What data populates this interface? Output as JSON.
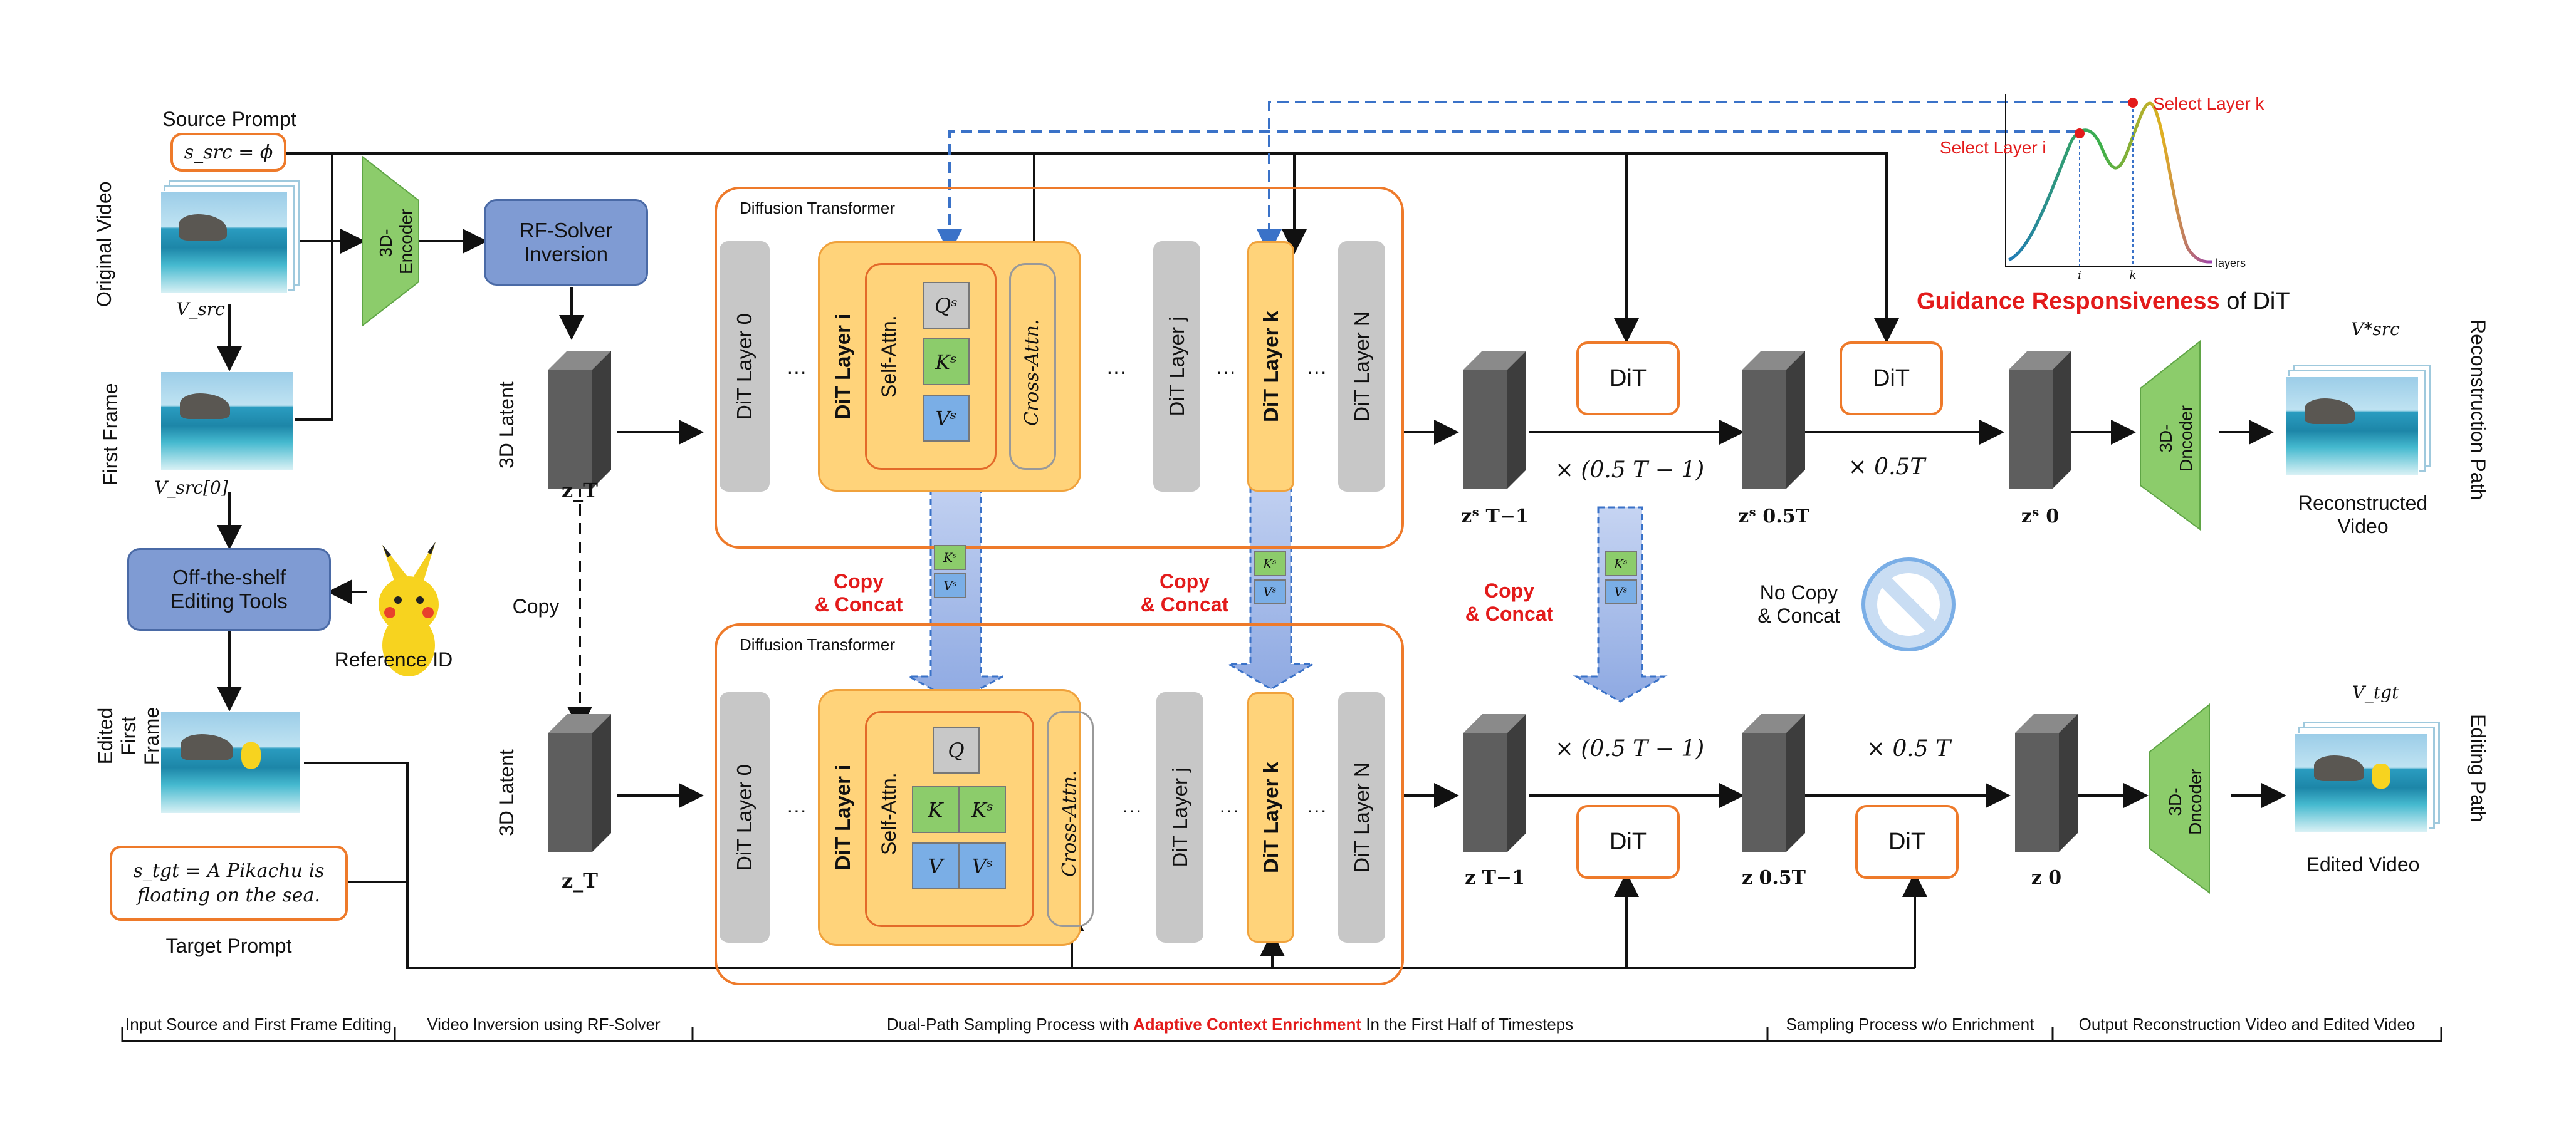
{
  "inputs": {
    "source_prompt_label": "Source Prompt",
    "source_prompt_text": "s_src = ϕ",
    "original_video_label": "Original Video",
    "v_src_label": "V_src",
    "first_frame_label": "First Frame",
    "v_src0_label": "V_src[0]",
    "editing_tools_label": "Off-the-shelf Editing Tools",
    "reference_id_label": "Reference ID",
    "edited_first_frame_label": "Edited First Frame",
    "target_prompt_text": "s_tgt = A Pikachu is floating on the sea.",
    "target_prompt_label": "Target Prompt"
  },
  "encoder": {
    "label": "3D-Encoder"
  },
  "inversion": {
    "rf_solver_label": "RF-Solver Inversion",
    "latent_label": "3D Latent",
    "z_top": "z_T",
    "copy_label": "Copy",
    "latent_label_2": "3D Latent",
    "z_bottom": "z_T"
  },
  "transformer": {
    "title": "Diffusion Transformer",
    "layer0": "DiT Layer 0",
    "layer_i": "DiT Layer i",
    "layer_j": "DiT Layer j",
    "layer_k": "DiT Layer k",
    "layer_n": "DiT Layer N",
    "dots": "···",
    "self_attn": "Self-Attn.",
    "cross_attn": "Cross-Attn.",
    "q_s": "Qˢ",
    "k_s": "Kˢ",
    "v_s": "Vˢ",
    "q": "Q",
    "k": "K",
    "v": "V"
  },
  "copy_concat": {
    "label_line1": "Copy",
    "label_line2": "& Concat"
  },
  "no_copy": {
    "line1": "No Copy",
    "line2": "& Concat"
  },
  "sampling": {
    "dit": "DiT",
    "times_first": "× (0.5 T − 1)",
    "times_second": "× 0.5T",
    "times_second_bottom": "× 0.5 T",
    "z_top_1": "zˢ T−1",
    "z_top_2": "zˢ 0.5T",
    "z_top_3": "zˢ 0",
    "z_bot_1": "z T−1",
    "z_bot_2": "z 0.5T",
    "z_bot_3": "z 0"
  },
  "outputs": {
    "decoder": "3D-Dncoder",
    "recon_symbol": "V*src",
    "recon_label_line1": "Reconstructed",
    "recon_label_line2": "Video",
    "recon_path": "Reconstruction Path",
    "edit_symbol": "V_tgt",
    "edit_label": "Edited Video",
    "edit_path": "Editing Path"
  },
  "guidance": {
    "select_i": "Select Layer i",
    "select_k": "Select Layer k",
    "axis_layers": "layers",
    "tick_i": "i",
    "tick_k": "k",
    "caption_bold": "Guidance Responsiveness",
    "caption_rest": "of DiT"
  },
  "sections": {
    "s1": "Input Source and First Frame Editing",
    "s2": "Video Inversion using RF-Solver",
    "s3_a": "Dual-Path Sampling Process with",
    "s3_b": "Adaptive Context Enrichment",
    "s3_c": "In the First Half of Timesteps",
    "s4": "Sampling Process w/o Enrichment",
    "s5": "Output Reconstruction Video and Edited Video"
  },
  "colors": {
    "accent_red": "#e31b1b",
    "orange": "#ee7a2a",
    "yellow": "#ffd37a",
    "blue_box": "#7f9bd3",
    "green": "#8ccc6b",
    "dash_blue": "#3a72c8"
  }
}
